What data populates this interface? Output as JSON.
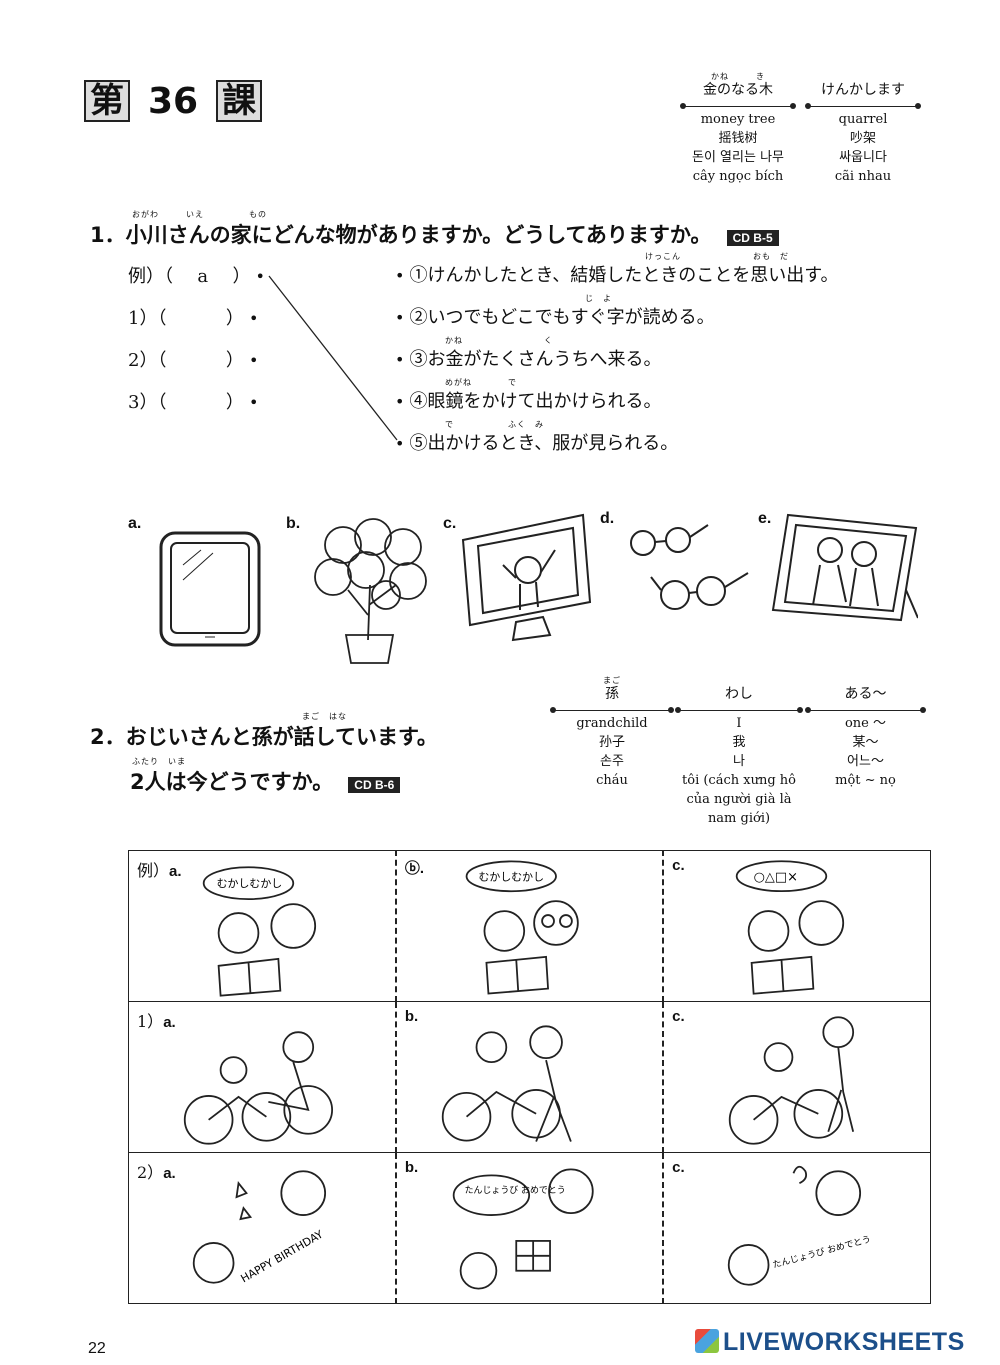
{
  "lesson": {
    "prefix": "第",
    "number": "36",
    "suffix": "課"
  },
  "vocab_top": [
    {
      "ruby": "かね　　　き",
      "head": "金のなる木",
      "en": "money tree",
      "zh": "摇钱树",
      "ko": "돈이 열리는 나무",
      "vi": "cây ngọc bích"
    },
    {
      "ruby": "",
      "head": "けんかします",
      "en": "quarrel",
      "zh": "吵架",
      "ko": "싸웁니다",
      "vi": "cãi nhau"
    }
  ],
  "q1": {
    "ruby": "おがわ　　　いえ　　　　　もの",
    "title": "1．小川さんの家にどんな物がありますか。どうしてありますか。",
    "cd": "CD B-5",
    "rows": [
      {
        "label": "例）（",
        "answer": "a",
        "close": "）"
      },
      {
        "label": "1）（",
        "answer": "",
        "close": "）"
      },
      {
        "label": "2）（",
        "answer": "",
        "close": "）"
      },
      {
        "label": "3）（",
        "answer": "",
        "close": "）"
      }
    ],
    "options": [
      "①けんかしたとき、結婚したときのことを思い出す。",
      "②いつでもどこでもすぐ字が読める。",
      "③お金がたくさんうちへ来る。",
      "④眼鏡をかけて出かけられる。",
      "⑤出かけるとき、服が見られる。"
    ],
    "option_ruby": [
      "けっこん　　　　　　　　おも　だ",
      "じ　よ",
      "かね　　　　　　　　　く",
      "めがね　　　　で",
      "で　　　　　　ふく　み"
    ],
    "pictures": [
      "a.",
      "b.",
      "c.",
      "d.",
      "e."
    ]
  },
  "vocab_mid": [
    {
      "ruby": "まご",
      "head": "孫",
      "en": "grandchild",
      "zh": "孙子",
      "ko": "손주",
      "vi": "cháu"
    },
    {
      "ruby": "",
      "head": "わし",
      "en": "I",
      "zh": "我",
      "ko": "나",
      "vi": "tôi (cách xưng hô của người già là nam giới)"
    },
    {
      "ruby": "",
      "head": "ある～",
      "en": "one ～",
      "zh": "某～",
      "ko": "어느～",
      "vi": "một ~ nọ"
    }
  ],
  "q2": {
    "line1": "2．おじいさんと孫が話しています。",
    "line1_ruby": "まご　はな",
    "line2": "2人は今どうですか。",
    "line2_ruby": "ふたり　いま",
    "cd": "CD B-6",
    "grid": [
      {
        "prefix": "例）",
        "cells": [
          "a.",
          "ⓑ.",
          "c."
        ],
        "speech": [
          "むかしむかし",
          "むかしむかし",
          "○△□×"
        ]
      },
      {
        "prefix": "1）",
        "cells": [
          "a.",
          "b.",
          "c."
        ],
        "speech": [
          "",
          "",
          ""
        ]
      },
      {
        "prefix": "2）",
        "cells": [
          "a.",
          "b.",
          "c."
        ],
        "speech": [
          "HAPPY BIRTHDAY",
          "たんじょうび おめでとう",
          "たんじょうび おめでとう"
        ]
      }
    ]
  },
  "footer": {
    "page": "22",
    "brand": "LIVEWORKSHEETS"
  }
}
